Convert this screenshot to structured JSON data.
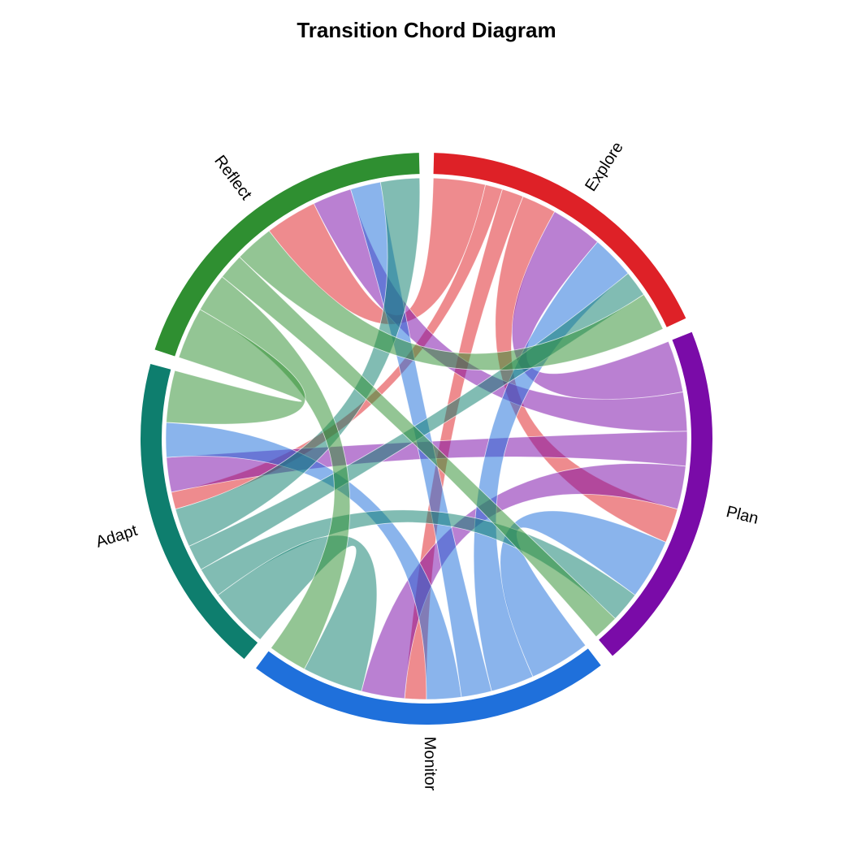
{
  "title": "Transition Chord Diagram",
  "chart_data": {
    "type": "chord",
    "title": "Transition Chord Diagram",
    "categories": [
      "Explore",
      "Plan",
      "Monitor",
      "Adapt",
      "Reflect"
    ],
    "colors": [
      "#DE2127",
      "#7A0BA8",
      "#1F70DB",
      "#0E7E6E",
      "#2F8F31"
    ],
    "ribbon_opacity": 0.52,
    "gap_degrees": 3,
    "clockwise_from_top": true,
    "matrix_note": "rows = from-state, cols = to-state, order matches categories; values estimated from ribbon widths",
    "matrix": [
      [
        0,
        8,
        5,
        4,
        12
      ],
      [
        12,
        0,
        10,
        8,
        9
      ],
      [
        10,
        14,
        0,
        8,
        7
      ],
      [
        6,
        7,
        14,
        0,
        9
      ],
      [
        9,
        6,
        9,
        12,
        0
      ]
    ],
    "legend": null,
    "background": "#ffffff"
  }
}
